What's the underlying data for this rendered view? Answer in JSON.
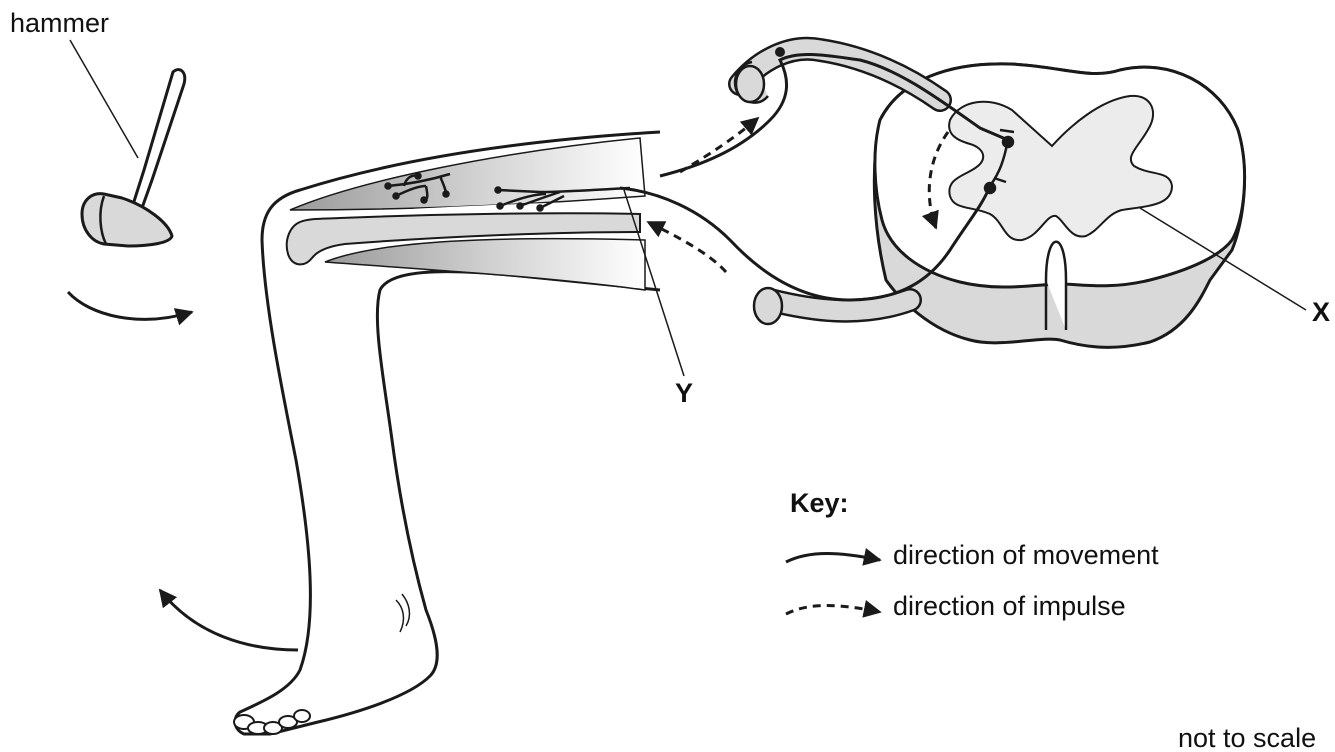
{
  "labels": {
    "hammer": "hammer",
    "y": "Y",
    "x": "X",
    "not_to_scale": "not to scale"
  },
  "key": {
    "title": "Key:",
    "movement": "direction of movement",
    "impulse": "direction of impulse"
  },
  "colors": {
    "outline": "#1a1a1a",
    "tissue_fill": "#d9d9d9",
    "grey_matter": "#ececec",
    "muscle_shade": "#c9c9c9"
  }
}
